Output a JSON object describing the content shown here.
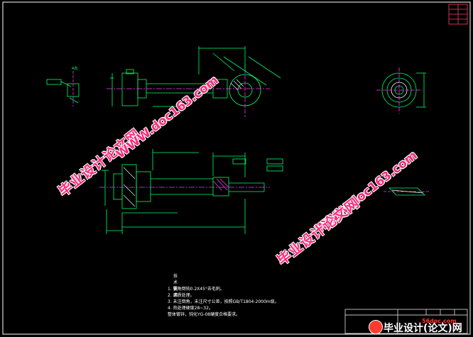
{
  "watermarks": {
    "cn_text": "毕业设计论文网",
    "url_text": "WWW.doc163.com"
  },
  "notes": {
    "title": "技术要求",
    "items": [
      "1. 锐角倒钝0.2X45°去毛刺。",
      "2. 调质处理。",
      "3. 未注倒角，未注尺寸公差，按照GB/T1804-2000m级。",
      "4. 热处理硬度28~32。",
      "   整体镀锌，钝化YG-08硬度合格要求。"
    ]
  },
  "brand": {
    "name": "毕业设计(论文)网",
    "site": "56doc.com"
  },
  "colors": {
    "background": "#000000",
    "line_green": "#00ff66",
    "line_white": "#ffffff",
    "line_magenta": "#ff33ff",
    "watermark": "#ff2a7a"
  }
}
